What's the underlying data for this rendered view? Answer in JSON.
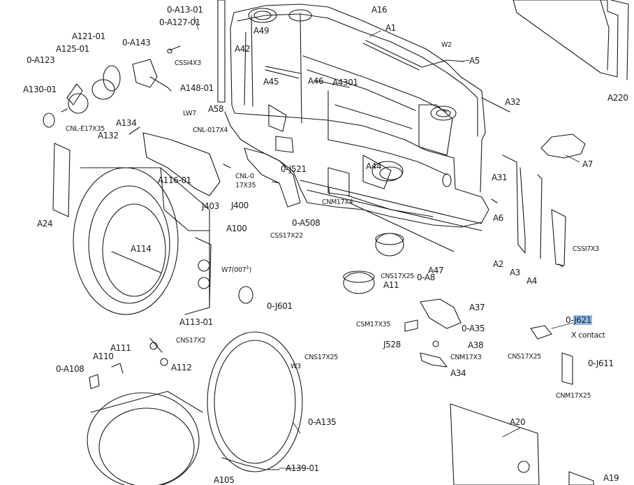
{
  "labels": {
    "a13_01": "0-A13-01",
    "a127_01": "0-A127-01",
    "a16": "A16",
    "a1": "A1",
    "a49": "A49",
    "a42": "A42",
    "a121_01": "A121-01",
    "a125_01": "A125-01",
    "a143": "0-A143",
    "a123": "0-A123",
    "cssi4x3": "CSSI4X3",
    "w2": "W2",
    "a5": "A5",
    "a45": "A45",
    "a46": "A46",
    "a4301": "A4301",
    "a148_01": "A148-01",
    "a130_01": "A130-01",
    "lw7": "LW7",
    "a58": "A58",
    "a32": "A32",
    "a220": "A220",
    "cnl_e17x35": "CNL-E17X35",
    "a134": "A134",
    "a132": "A132",
    "cnl_017x4": "CNL-017X4",
    "a7": "A7",
    "j521": "0-J521",
    "cnl_0": "CNL-0",
    "n17x35": "17X35",
    "a44": "A44",
    "a31": "A31",
    "a116_01": "A116-01",
    "j403": "J403",
    "j400": "J400",
    "cnm17x4": "CNM17X4",
    "a6": "A6",
    "a24": "A24",
    "a508": "0-A508",
    "a100": "A100",
    "css17x22": "CSS17X22",
    "a114": "A114",
    "w7": "W7(007",
    "w7_sup": "1",
    "w7_close": ")",
    "a47": "A47",
    "css17x3": "CSSI7X3",
    "a2": "A2",
    "a3": "A3",
    "a4": "A4",
    "cns17x25_a": "CNS17X25",
    "a8": "0-A8",
    "a11": "A11",
    "j601": "0-J601",
    "a37": "A37",
    "a113_01": "A113-01",
    "csm17x35": "CSM17X35",
    "j621_prefix": "0-",
    "j621": "J621",
    "x_contact": "X contact",
    "a35": "0-A35",
    "cns17x2": "CNS17X2",
    "a111": "A111",
    "a110": "A110",
    "j528": "J528",
    "a38": "A38",
    "cns17x25_b": "CNS17X25",
    "cns17x25_c": "CNS17X25",
    "cnm17x3": "CNM17X3",
    "j611": "0-J611",
    "a108": "0-A108",
    "a112": "A112",
    "w3": "W3",
    "a34": "A34",
    "cnm17x25": "CNM17X25",
    "a135": "0-A135",
    "a20": "A20",
    "a139_01": "A139-01",
    "a105": "A105",
    "a19": "A19"
  },
  "highlight_color": "#8fb9e6",
  "ink_color": "#1a1a1a"
}
